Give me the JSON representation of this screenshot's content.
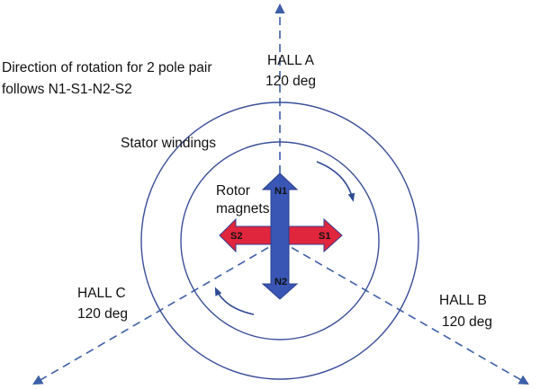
{
  "note": {
    "line1": "Direction of rotation for 2 pole pair",
    "line2": "follows N1-S1-N2-S2"
  },
  "hall_a": {
    "name": "HALL A",
    "angle": "120 deg"
  },
  "hall_b": {
    "name": "HALL B",
    "angle": "120 deg"
  },
  "hall_c": {
    "name": "HALL C",
    "angle": "120 deg"
  },
  "stator_label": "Stator windings",
  "rotor_label": {
    "line1": "Rotor",
    "line2": "magnets"
  },
  "poles": {
    "n1": "N1",
    "n2": "N2",
    "s1": "S1",
    "s2": "S2"
  },
  "colors": {
    "axis_line": "#3d5fa8",
    "circle": "#3a4f9a",
    "north_magnet": "#3a56b5",
    "south_magnet": "#e0263c",
    "rotation_arrow": "#2f4a96"
  }
}
